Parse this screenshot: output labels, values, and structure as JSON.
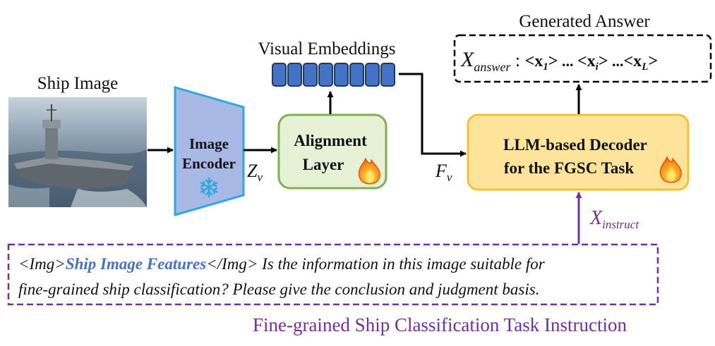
{
  "figure": {
    "ship_image": {
      "label": "Ship Image"
    },
    "image_encoder": {
      "line1": "Image",
      "line2": "Encoder",
      "icon": "snowflake-icon",
      "fill_color": "#a9b9e6",
      "border_color": "#2fa8e0"
    },
    "z_v": {
      "base": "Z",
      "sub": "v"
    },
    "alignment_layer": {
      "line1": "Alignment",
      "line2": "Layer",
      "icon": "flame-icon",
      "fill_color": "#e6f1d6",
      "border_color": "#7fb24e"
    },
    "visual_embeddings": {
      "label": "Visual Embeddings",
      "token_count": 8,
      "token_color": "#4472c4",
      "token_border": "#1f3864"
    },
    "f_v": {
      "base": "F",
      "sub": "v"
    },
    "llm_decoder": {
      "line1": "LLM-based Decoder",
      "line2": "for the FGSC Task",
      "icon": "flame-icon",
      "fill_color": "#fde49a",
      "border_color": "#f2c233"
    },
    "generated_answer": {
      "label": "Generated Answer",
      "x_base": "X",
      "x_sub": "answer",
      "colon": " : ",
      "t1_open": "<x",
      "t1_sub": "1",
      "t1_close": ">",
      "dots1": " ... ",
      "ti_open": "<x",
      "ti_sub": "i",
      "ti_close": ">",
      "dots2": " ...",
      "tl_open": "<x",
      "tl_sub": "L",
      "tl_close": ">"
    },
    "x_instruct": {
      "base": "X",
      "sub": "instruct",
      "color": "#7030a0"
    },
    "instruction_box": {
      "border_color": "#7030a0",
      "line1_prefix": "<Img>",
      "line1_feature": "Ship Image Features",
      "line1_suffix": "</Img> Is the information in this image suitable for",
      "line2": "fine-grained ship classification? Please give the conclusion and judgment basis.",
      "feature_color": "#4472c4"
    },
    "caption": {
      "text": "Fine-grained Ship Classification Task Instruction",
      "color": "#7030a0"
    }
  }
}
